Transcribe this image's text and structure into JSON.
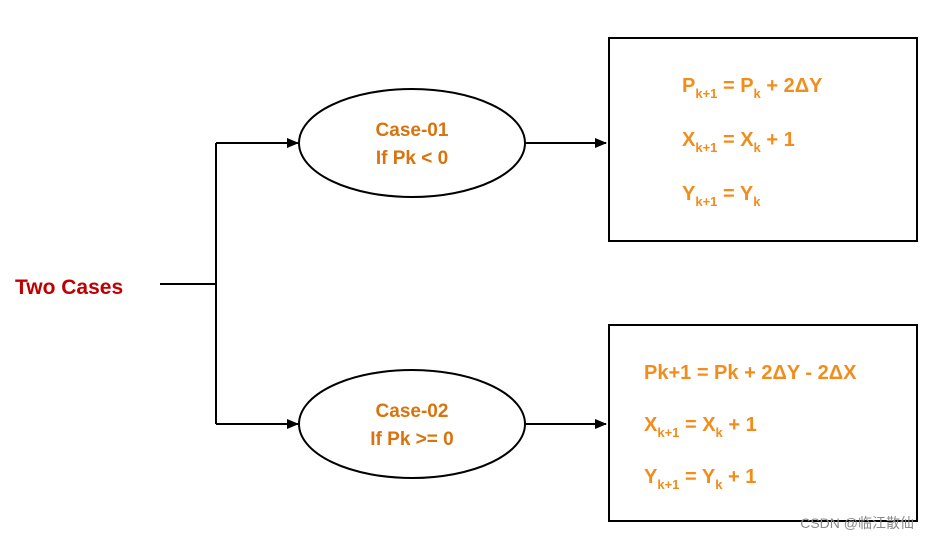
{
  "root": {
    "label": "Two Cases"
  },
  "cases": [
    {
      "title": "Case-01",
      "condition": "If Pk < 0"
    },
    {
      "title": "Case-02",
      "condition": "If Pk >= 0"
    }
  ],
  "case1_box": {
    "eq1": {
      "lhs": "P",
      "lhs_sub": "k+1",
      "mid": " = P",
      "mid_sub": "k",
      "rhs": " + 2ΔY"
    },
    "eq2": {
      "lhs": "X",
      "lhs_sub": "k+1",
      "mid": " = X",
      "mid_sub": "k",
      "rhs": " + 1"
    },
    "eq3": {
      "lhs": "Y",
      "lhs_sub": "k+1",
      "mid": " = Y",
      "mid_sub": "k"
    }
  },
  "case2_box": {
    "eq1": {
      "text": "Pk+1 = Pk + 2ΔY - 2ΔX"
    },
    "eq2": {
      "lhs": "X",
      "lhs_sub": "k+1",
      "mid": " = X",
      "mid_sub": "k",
      "rhs": " + 1"
    },
    "eq3": {
      "lhs": "Y",
      "lhs_sub": "k+1",
      "mid": " = Y",
      "mid_sub": "k",
      "rhs": " + 1"
    }
  },
  "watermark": "CSDN @临江散仙",
  "colors": {
    "root": "#c00000",
    "case_text": "#d9730d",
    "equation_text": "#f28c1b",
    "lines": "#000000"
  }
}
